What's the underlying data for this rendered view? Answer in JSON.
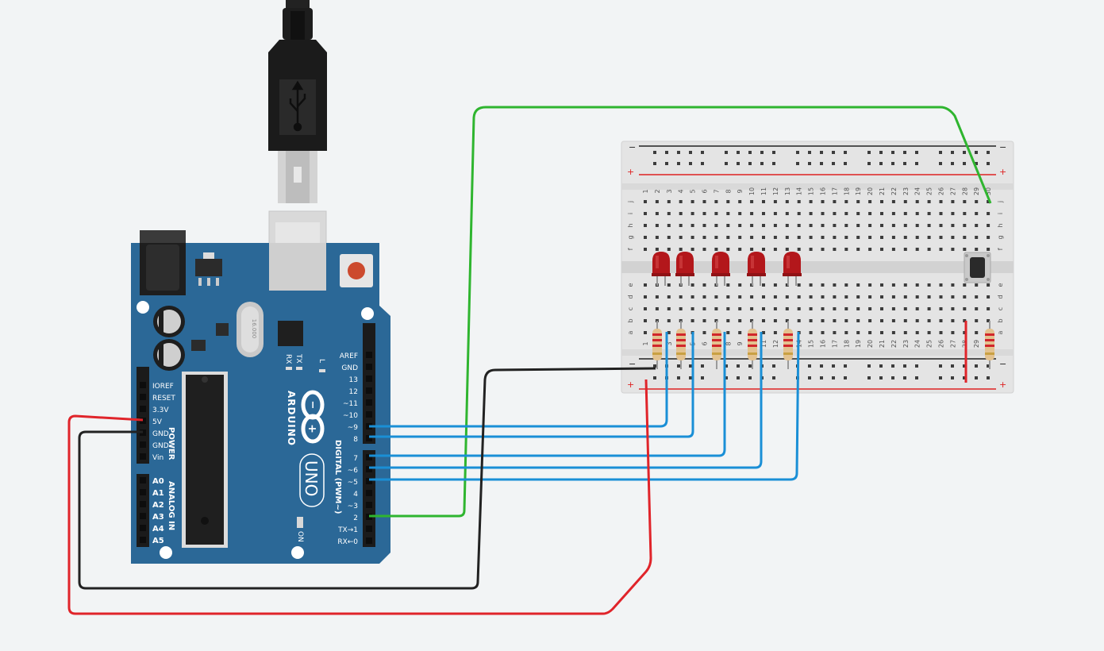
{
  "canvas": {
    "background": "#f2f4f5"
  },
  "colors": {
    "board": "#2d6a9a",
    "board_dark": "#1e4f78",
    "wire_blue": "#1a8fd6",
    "wire_red": "#e0242a",
    "wire_black": "#222222",
    "wire_green": "#2fb52f",
    "led": "#b3171b",
    "breadboard": "#e4e4e4"
  },
  "arduino": {
    "brand": "ARDUINO",
    "model": "UNO",
    "logo_symbols": [
      "−",
      "+"
    ],
    "power_header_title": "POWER",
    "power_pins": [
      "IOREF",
      "RESET",
      "3.3V",
      "5V",
      "GND",
      "GND",
      "Vin"
    ],
    "analog_header_title": "ANALOG IN",
    "analog_pins": [
      "A0",
      "A1",
      "A2",
      "A3",
      "A4",
      "A5"
    ],
    "digital_header_title": "DIGITAL (PWM~)",
    "digital_pins_top": [
      "AREF",
      "GND",
      "13",
      "12",
      "~11",
      "~10",
      "~9",
      "8"
    ],
    "digital_pins_bottom": [
      "7",
      "~6",
      "~5",
      "4",
      "~3",
      "2",
      "TX→1",
      "RX←0"
    ],
    "led_labels": [
      "RX",
      "TX",
      "L"
    ],
    "on_label": "ON",
    "crystal_text": "16.000"
  },
  "usb_cable": {
    "icon": "usb-icon"
  },
  "breadboard": {
    "columns": [
      "1",
      "2",
      "3",
      "4",
      "5",
      "6",
      "7",
      "8",
      "9",
      "10",
      "11",
      "12",
      "13",
      "14",
      "15",
      "16",
      "17",
      "18",
      "19",
      "20",
      "21",
      "22",
      "23",
      "24",
      "25",
      "26",
      "27",
      "28",
      "29",
      "30"
    ],
    "rows_top": [
      "j",
      "i",
      "h",
      "g",
      "f"
    ],
    "rows_bottom": [
      "e",
      "d",
      "c",
      "b",
      "a"
    ],
    "rail_minus": "−",
    "rail_plus": "+"
  },
  "components": {
    "leds": 5,
    "resistors": 6,
    "pushbuttons": 1
  },
  "connections": [
    {
      "from": "~9",
      "to": "resistor 1",
      "color": "blue"
    },
    {
      "from": "8",
      "to": "resistor 2",
      "color": "blue"
    },
    {
      "from": "7",
      "to": "resistor 3",
      "color": "blue"
    },
    {
      "from": "~6",
      "to": "resistor 4",
      "color": "blue"
    },
    {
      "from": "~5",
      "to": "resistor 5",
      "color": "blue"
    },
    {
      "from": "2",
      "to": "pushbutton",
      "color": "green"
    },
    {
      "from": "5V",
      "to": "+ rail",
      "color": "red"
    },
    {
      "from": "GND",
      "to": "− rail",
      "color": "black"
    }
  ]
}
